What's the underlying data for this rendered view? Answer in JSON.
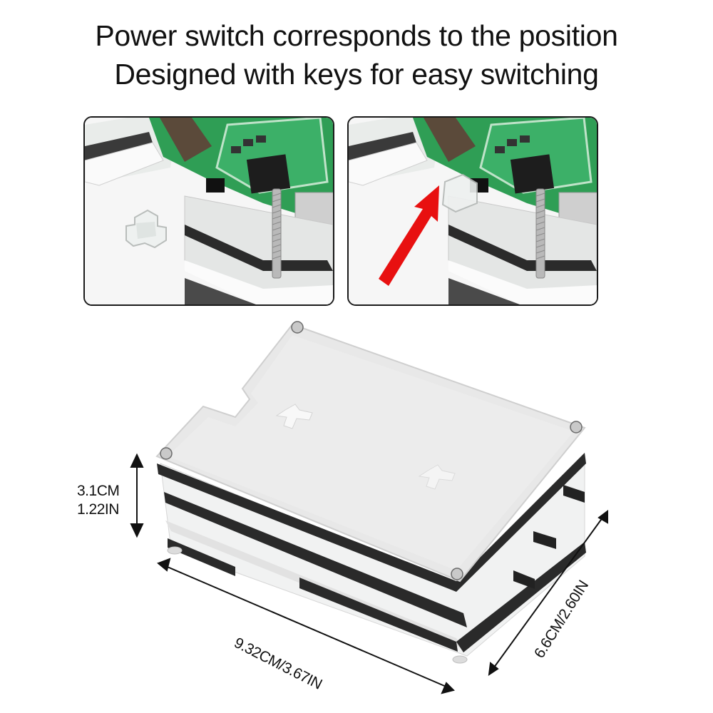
{
  "headline": {
    "line1": "Power switch corresponds to the position",
    "line2": "Designed with keys for easy switching"
  },
  "panels": [
    {
      "id": "key-detached",
      "description": "Clear acrylic power-switch key shown separate from case next to board corner"
    },
    {
      "id": "key-installed",
      "description": "Key installed in case slot above power switch, indicated by red arrow"
    }
  ],
  "annotations": {
    "arrow_color": "#e81010"
  },
  "dimensions": {
    "height_cm": "3.1CM",
    "height_in": "1.22IN",
    "length": "9.32CM/3.67IN",
    "width": "6.6CM/2.60IN"
  },
  "colors": {
    "background": "#ffffff",
    "text": "#111111",
    "pcb_green": "#2f9e55",
    "acrylic_frost": "#e6e6e6",
    "black_layer": "#262626"
  }
}
